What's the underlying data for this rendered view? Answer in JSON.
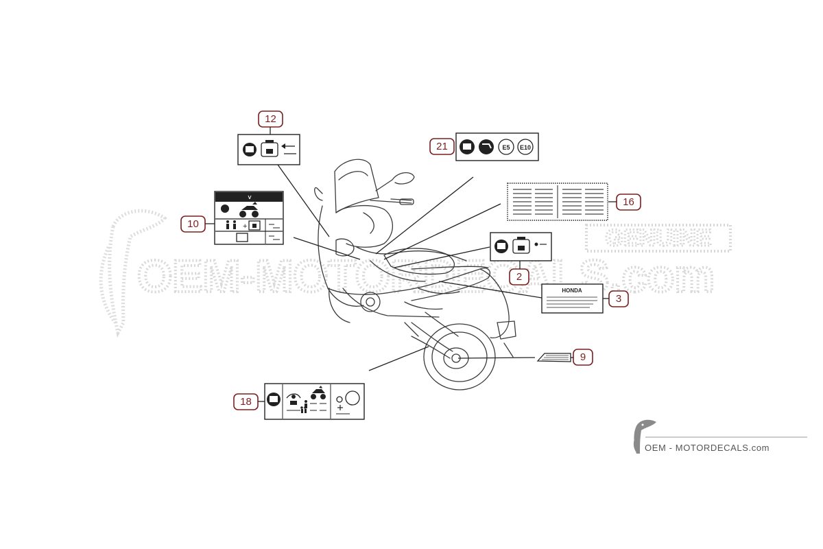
{
  "watermark": {
    "site_text": "OEM-MOTORDECALS.com",
    "badge_text": "GENUINE",
    "color": "#dcdcdc"
  },
  "footer": {
    "logo_icon": "toucan-icon",
    "text": "OEM - MOTORDECALS.com"
  },
  "callouts": [
    {
      "id": "12",
      "label": "12"
    },
    {
      "id": "21",
      "label": "21"
    },
    {
      "id": "16",
      "label": "16"
    },
    {
      "id": "10",
      "label": "10"
    },
    {
      "id": "2",
      "label": "2"
    },
    {
      "id": "3",
      "label": "3"
    },
    {
      "id": "9",
      "label": "9"
    },
    {
      "id": "18",
      "label": "18"
    }
  ],
  "labels": {
    "label_21": {
      "badges": [
        "E5",
        "E10"
      ]
    },
    "label_3": {
      "brand": "HONDA"
    }
  },
  "colors": {
    "callout": "#7a1f1f",
    "ink": "#222222"
  }
}
